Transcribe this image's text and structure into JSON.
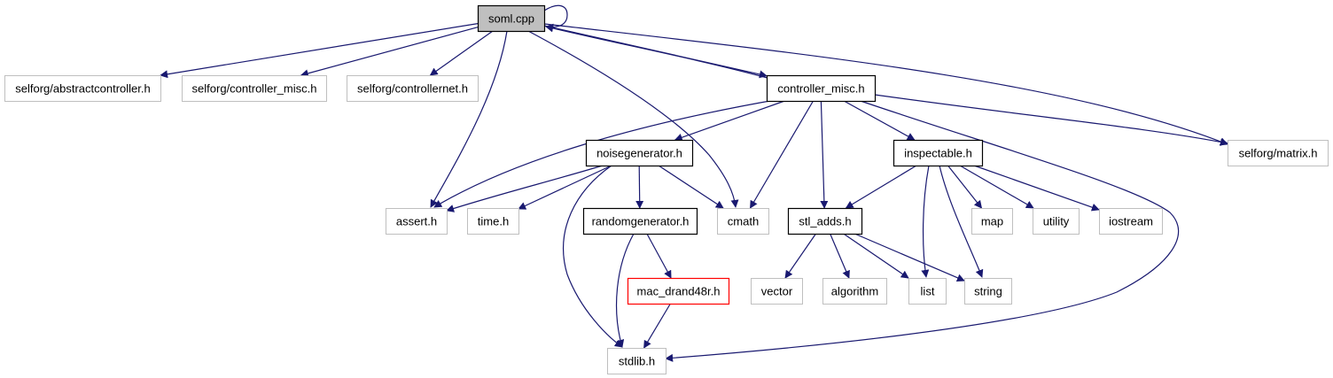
{
  "colors": {
    "edge": "#191970",
    "main_fill": "#bfbfbf",
    "main_border": "#000000",
    "documented_border": "#000000",
    "external_border": "#bfbfbf",
    "missing_border": "#ff0000"
  },
  "nodes": [
    {
      "id": "soml_cpp",
      "label": "soml.cpp",
      "kind": "main"
    },
    {
      "id": "abstractcontroller",
      "label": "selforg/abstractcontroller.h",
      "kind": "external"
    },
    {
      "id": "selforg_controller_misc",
      "label": "selforg/controller_misc.h",
      "kind": "external"
    },
    {
      "id": "controllernet",
      "label": "selforg/controllernet.h",
      "kind": "external"
    },
    {
      "id": "controller_misc",
      "label": "controller_misc.h",
      "kind": "documented"
    },
    {
      "id": "matrix",
      "label": "selforg/matrix.h",
      "kind": "external"
    },
    {
      "id": "noisegenerator",
      "label": "noisegenerator.h",
      "kind": "documented"
    },
    {
      "id": "inspectable",
      "label": "inspectable.h",
      "kind": "documented"
    },
    {
      "id": "assert",
      "label": "assert.h",
      "kind": "external"
    },
    {
      "id": "time",
      "label": "time.h",
      "kind": "external"
    },
    {
      "id": "randomgenerator",
      "label": "randomgenerator.h",
      "kind": "documented"
    },
    {
      "id": "cmath",
      "label": "cmath",
      "kind": "external"
    },
    {
      "id": "stl_adds",
      "label": "stl_adds.h",
      "kind": "documented"
    },
    {
      "id": "map",
      "label": "map",
      "kind": "external"
    },
    {
      "id": "utility",
      "label": "utility",
      "kind": "external"
    },
    {
      "id": "iostream",
      "label": "iostream",
      "kind": "external"
    },
    {
      "id": "mac_drand48r",
      "label": "mac_drand48r.h",
      "kind": "missing"
    },
    {
      "id": "vector",
      "label": "vector",
      "kind": "external"
    },
    {
      "id": "algorithm",
      "label": "algorithm",
      "kind": "external"
    },
    {
      "id": "list",
      "label": "list",
      "kind": "external"
    },
    {
      "id": "string",
      "label": "string",
      "kind": "external"
    },
    {
      "id": "stdlib",
      "label": "stdlib.h",
      "kind": "external"
    }
  ],
  "edges": [
    {
      "from": "soml_cpp",
      "to": "soml_cpp"
    },
    {
      "from": "soml_cpp",
      "to": "abstractcontroller"
    },
    {
      "from": "soml_cpp",
      "to": "selforg_controller_misc"
    },
    {
      "from": "soml_cpp",
      "to": "controllernet"
    },
    {
      "from": "soml_cpp",
      "to": "controller_misc"
    },
    {
      "from": "soml_cpp",
      "to": "matrix"
    },
    {
      "from": "soml_cpp",
      "to": "assert"
    },
    {
      "from": "soml_cpp",
      "to": "cmath"
    },
    {
      "from": "controller_misc",
      "to": "soml_cpp"
    },
    {
      "from": "controller_misc",
      "to": "matrix"
    },
    {
      "from": "controller_misc",
      "to": "noisegenerator"
    },
    {
      "from": "controller_misc",
      "to": "assert"
    },
    {
      "from": "controller_misc",
      "to": "cmath"
    },
    {
      "from": "controller_misc",
      "to": "stl_adds"
    },
    {
      "from": "controller_misc",
      "to": "inspectable"
    },
    {
      "from": "controller_misc",
      "to": "stdlib"
    },
    {
      "from": "noisegenerator",
      "to": "assert"
    },
    {
      "from": "noisegenerator",
      "to": "time"
    },
    {
      "from": "noisegenerator",
      "to": "cmath"
    },
    {
      "from": "noisegenerator",
      "to": "randomgenerator"
    },
    {
      "from": "noisegenerator",
      "to": "stdlib"
    },
    {
      "from": "randomgenerator",
      "to": "mac_drand48r"
    },
    {
      "from": "randomgenerator",
      "to": "stdlib"
    },
    {
      "from": "mac_drand48r",
      "to": "stdlib"
    },
    {
      "from": "inspectable",
      "to": "stl_adds"
    },
    {
      "from": "inspectable",
      "to": "list"
    },
    {
      "from": "inspectable",
      "to": "string"
    },
    {
      "from": "inspectable",
      "to": "map"
    },
    {
      "from": "inspectable",
      "to": "utility"
    },
    {
      "from": "inspectable",
      "to": "iostream"
    },
    {
      "from": "stl_adds",
      "to": "vector"
    },
    {
      "from": "stl_adds",
      "to": "algorithm"
    },
    {
      "from": "stl_adds",
      "to": "list"
    },
    {
      "from": "stl_adds",
      "to": "string"
    }
  ]
}
